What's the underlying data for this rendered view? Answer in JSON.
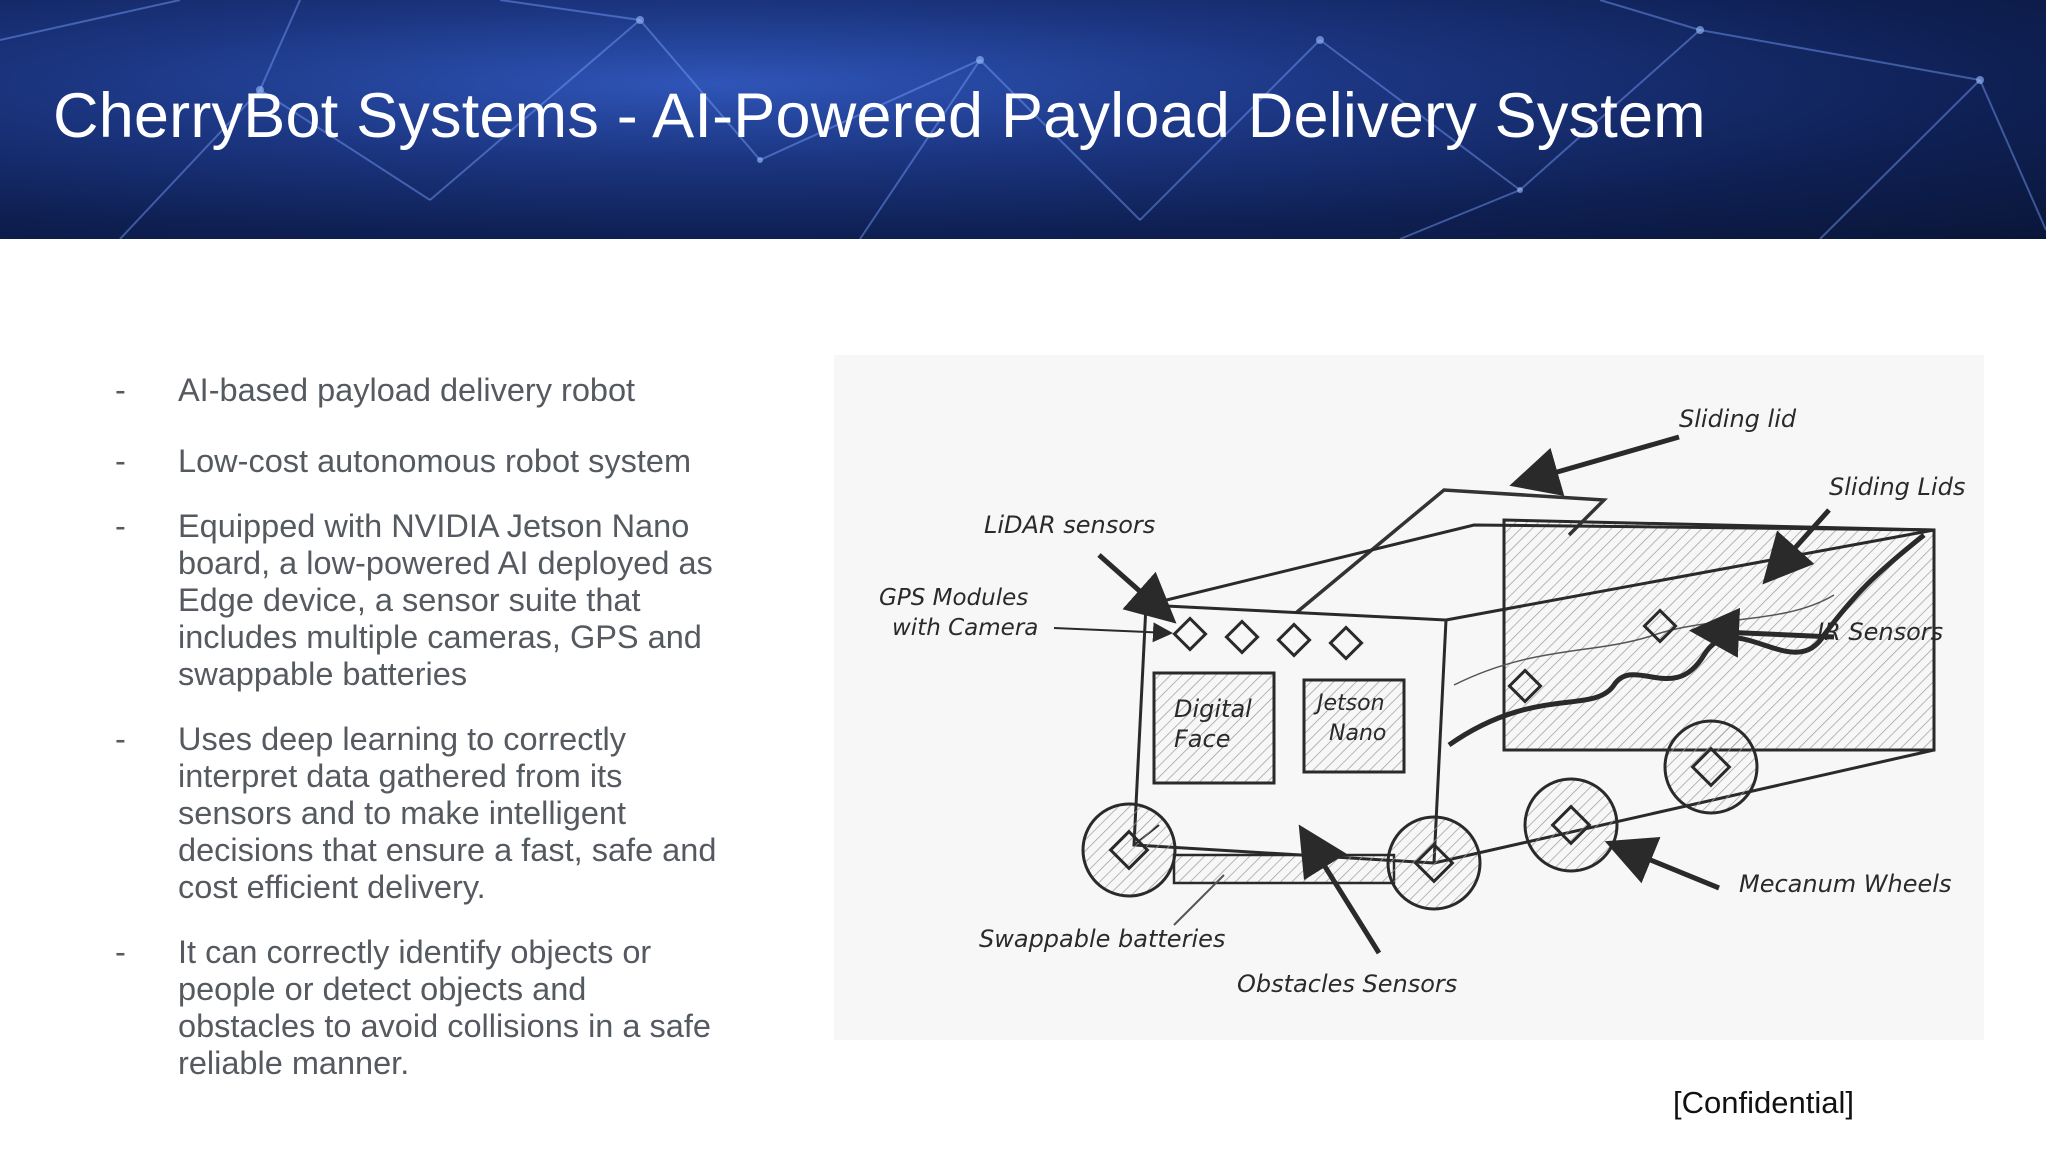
{
  "slide": {
    "title": "CherryBot Systems - AI-Powered Payload Delivery System",
    "bullet_marker": "-",
    "bullets": [
      {
        "text": "AI-based payload delivery robot"
      },
      {
        "text": "Low-cost autonomous robot system"
      },
      {
        "lines": [
          "Equipped with NVIDIA Jetson Nano",
          "board, a low-powered AI deployed as",
          "Edge device, a sensor suite that",
          "includes multiple cameras, GPS and",
          "swappable batteries"
        ]
      },
      {
        "lines": [
          "Uses deep learning to correctly",
          "interpret data gathered from its",
          "sensors and to make intelligent",
          "decisions that ensure a fast, safe and",
          "cost efficient delivery."
        ]
      },
      {
        "lines": [
          "It can correctly identify objects or",
          "people or detect objects and",
          "obstacles to avoid collisions in a safe",
          "reliable manner."
        ]
      }
    ],
    "footer": "[Confidential]"
  },
  "sketch": {
    "labels": {
      "sliding_lid": "Sliding lid",
      "sliding_lids": "Sliding Lids",
      "lidar": "LiDAR sensors",
      "gps_line1": "GPS Modules",
      "gps_line2": "with Camera",
      "ir": "IR Sensors",
      "digital_line1": "Digital",
      "digital_line2": "Face",
      "jetson_line1": "Jetson",
      "jetson_line2": "Nano",
      "wheels": "Mecanum Wheels",
      "batteries": "Swappable batteries",
      "obstacles": "Obstacles Sensors"
    }
  },
  "colors": {
    "header_blue": "#1b3580",
    "body_text": "#555a60",
    "sketch_ink": "#2a2a2a"
  }
}
